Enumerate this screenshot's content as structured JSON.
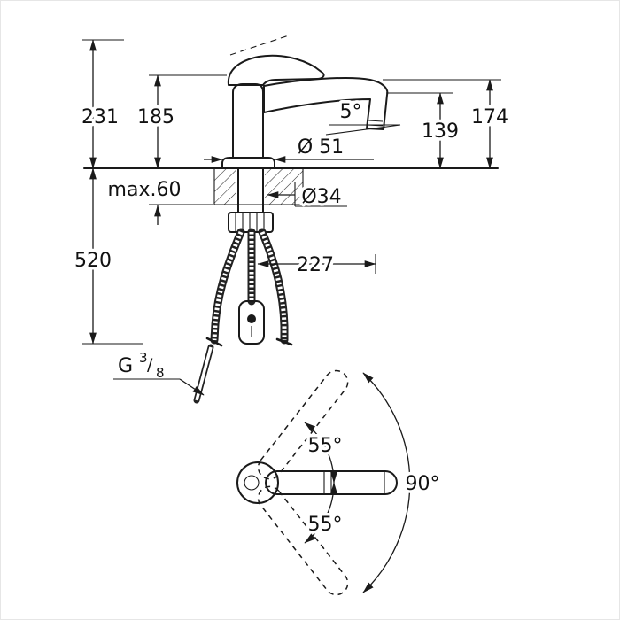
{
  "drawing": {
    "side": {
      "total_height": "231",
      "handle_height": "185",
      "outlet_height": "139",
      "spout_height": "174",
      "spout_angle": "5°",
      "base_diameter": "Ø 51",
      "deck_max": "max.60",
      "shank_diameter": "Ø34",
      "hose_drop": "520",
      "hose_reach": "227",
      "thread": {
        "g": "G",
        "num": "3",
        "slash": "/",
        "den": "8"
      }
    },
    "top": {
      "swivel_upper": "55°",
      "swivel_lower": "55°",
      "swivel_total": "90°"
    },
    "colors": {
      "ink": "#1a1a1a",
      "paper": "#ffffff"
    }
  }
}
